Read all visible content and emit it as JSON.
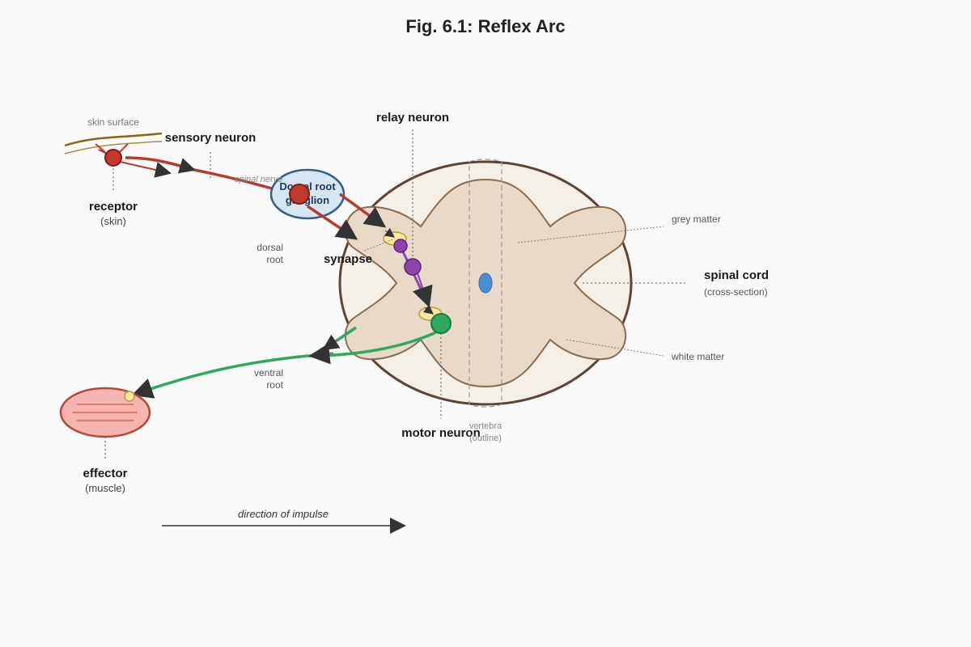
{
  "title": "Fig. 6.1: Reflex Arc",
  "labels": {
    "skin_surface": "skin surface",
    "sensory_neuron": "sensory neuron",
    "spinal_nerve": "spinal nerve",
    "receptor": "receptor",
    "receptor_sub": "(skin)",
    "relay_neuron": "relay neuron",
    "dorsal_root_line1": "dorsal",
    "dorsal_root_line2": "root",
    "synapse": "synapse",
    "ganglion_line1": "Dorsal root",
    "ganglion_line2": "ganglion",
    "grey_matter": "grey matter",
    "spinal_cord": "spinal cord",
    "spinal_cord_sub": "(cross-section)",
    "white_matter": "white matter",
    "ventral_root_line1": "ventral",
    "ventral_root_line2": "root",
    "motor_neuron": "motor neuron",
    "vertebra_line1": "vertebra",
    "vertebra_line2": "(outline)",
    "effector": "effector",
    "effector_sub": "(muscle)",
    "direction": "direction of impulse"
  },
  "colors": {
    "sensory": "#b83a2f",
    "relay": "#8e44ad",
    "motor": "#2eaa5e",
    "ganglion_fill": "#d6e7f3",
    "ganglion_stroke": "#345e82",
    "cord_fill": "#f4efe7",
    "cord_stroke": "#5e4337",
    "grey_matter_fill": "#e8d9c8",
    "grey_matter_stroke": "#8a6d50",
    "canal": "#4a8fd4",
    "muscle_fill": "#f6b5b0",
    "muscle_stroke": "#b8453a",
    "synapse_fill": "#fbe8a0",
    "arrow": "#333333"
  }
}
